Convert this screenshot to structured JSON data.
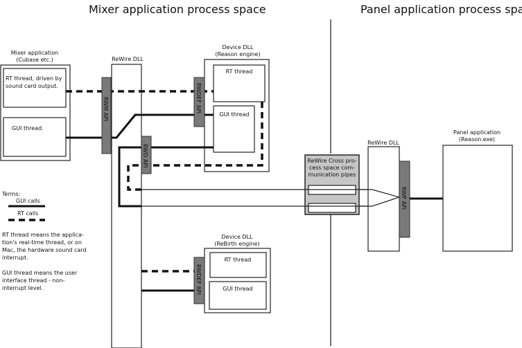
{
  "regions": {
    "mixer_space_title": "Mixer application process space",
    "panel_space_title": "Panel application process space"
  },
  "mixer_app": {
    "title_line1": "Mixer application",
    "title_line2": "(Cubase etc.)",
    "rt_thread_line1": "RT thread, driven by",
    "rt_thread_line2": "sound card output.",
    "gui_thread": "GUI thread."
  },
  "rewire_dll_left": {
    "title": "ReWire DLL"
  },
  "apis": {
    "rwm": "RWM API",
    "rwd": "RWD API",
    "rwdef_reason": "RWDEF API",
    "rwdef_rebirth": "RWDEF API",
    "rwp": "RWP API"
  },
  "device_reason": {
    "title_line1": "Device DLL",
    "title_line2": "(Reason engine)",
    "rt_thread": "RT thread",
    "gui_thread": "GUI thread"
  },
  "device_rebirth": {
    "title_line1": "Device DLL",
    "title_line2": "(ReBirth engine)",
    "rt_thread": "RT thread",
    "gui_thread": "GUI thread"
  },
  "pipes": {
    "line1": "ReWire Cross pro-",
    "line2": "cess space com-",
    "line3": "munication pipes"
  },
  "rewire_dll_right": {
    "title": "ReWire DLL"
  },
  "panel_app": {
    "title_line1": "Panel application",
    "title_line2": "(Reason.exe)"
  },
  "legend": {
    "heading": "Terms:",
    "gui_calls": "GUI calls",
    "rt_calls": "RT calls"
  },
  "notes": {
    "rt_line1": "RT thread means the applica-",
    "rt_line2": "tion's real-time thread, or on",
    "rt_line3": "Mac, the hardware sound card",
    "rt_line4": "interrupt.",
    "gui_line1": "GUI thread means the user",
    "gui_line2": "interface thread - non-",
    "gui_line3": "interrupt level."
  }
}
